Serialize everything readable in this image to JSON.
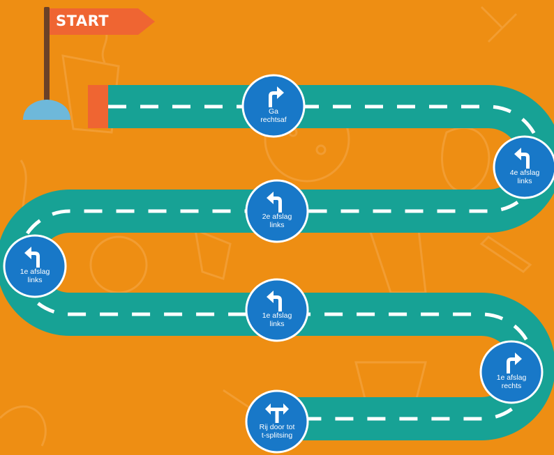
{
  "start_label": "START",
  "colors": {
    "background": "#EE8E13",
    "road": "#17A295",
    "road_marking": "#FFFFFF",
    "sign_fill": "#1878C8",
    "sign_border": "#FFFFFF",
    "flag": "#EF6532",
    "pole": "#6A4128",
    "base": "#6EB8DA"
  },
  "steps": [
    {
      "label": "Ga\nrechtsaf",
      "icon": "turn-right-arrow-icon"
    },
    {
      "label": "4e afslag\nlinks",
      "icon": "turn-left-arrow-icon"
    },
    {
      "label": "2e afslag\nlinks",
      "icon": "turn-left-arrow-icon"
    },
    {
      "label": "1e afslag\nlinks",
      "icon": "turn-left-arrow-icon"
    },
    {
      "label": "1e afslag\nlinks",
      "icon": "turn-left-arrow-icon"
    },
    {
      "label": "1e afslag\nrechts",
      "icon": "turn-right-arrow-icon"
    },
    {
      "label": "Rij door tot\nt-splitsing",
      "icon": "t-junction-arrow-icon"
    }
  ]
}
